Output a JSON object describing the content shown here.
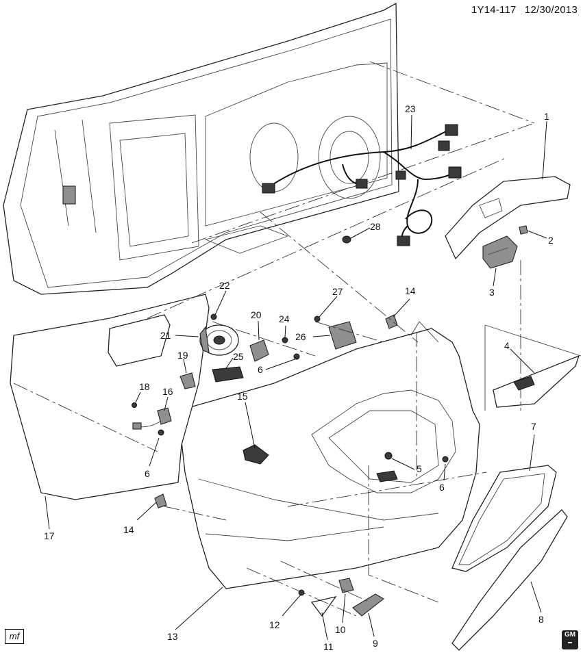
{
  "header": {
    "diagram_id": "1Y14-117",
    "date": "12/30/2013"
  },
  "footer": {
    "illustrator_tag": "mf",
    "brand_logo_text": "GM"
  },
  "callouts": [
    "1",
    "2",
    "3",
    "4",
    "5",
    "6",
    "6",
    "6",
    "7",
    "8",
    "9",
    "10",
    "11",
    "12",
    "13",
    "14",
    "14",
    "15",
    "16",
    "17",
    "18",
    "19",
    "20",
    "21",
    "22",
    "23",
    "24",
    "25",
    "26",
    "27",
    "28"
  ]
}
